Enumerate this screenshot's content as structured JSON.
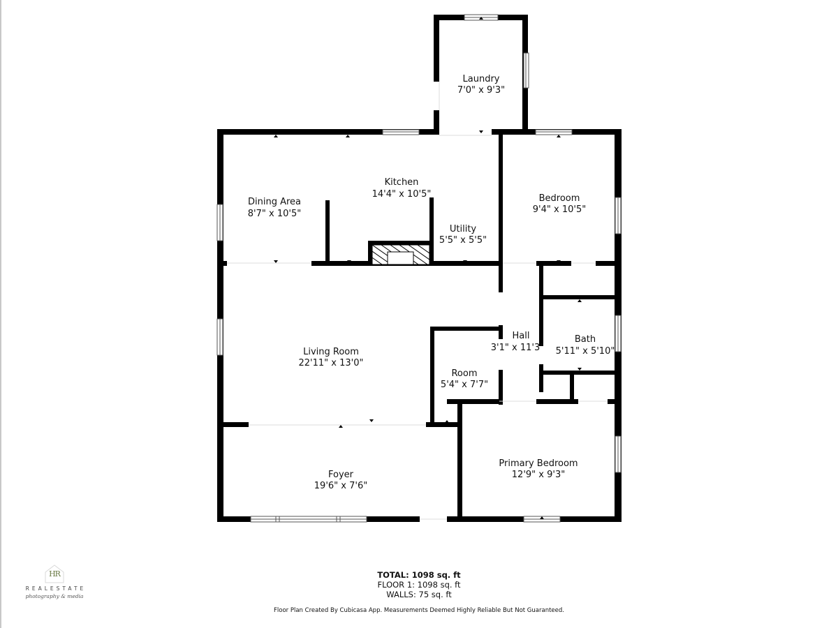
{
  "floor_plan": {
    "rooms": [
      {
        "id": "laundry",
        "name": "Laundry",
        "dims": "7'0\" x 9'3\""
      },
      {
        "id": "dining",
        "name": "Dining Area",
        "dims": "8'7\" x 10'5\""
      },
      {
        "id": "kitchen",
        "name": "Kitchen",
        "dims": "14'4\" x 10'5\""
      },
      {
        "id": "utility",
        "name": "Utility",
        "dims": "5'5\" x 5'5\""
      },
      {
        "id": "bedroom",
        "name": "Bedroom",
        "dims": "9'4\" x 10'5\""
      },
      {
        "id": "living",
        "name": "Living Room",
        "dims": "22'11\" x 13'0\""
      },
      {
        "id": "hall",
        "name": "Hall",
        "dims": "3'1\" x 11'3\""
      },
      {
        "id": "bath",
        "name": "Bath",
        "dims": "5'11\" x 5'10\""
      },
      {
        "id": "room",
        "name": "Room",
        "dims": "5'4\" x 7'7\""
      },
      {
        "id": "foyer",
        "name": "Foyer",
        "dims": "19'6\" x 7'6\""
      },
      {
        "id": "primary",
        "name": "Primary Bedroom",
        "dims": "12'9\" x 9'3\""
      }
    ],
    "wall_color": "#000000",
    "background": "#ffffff"
  },
  "summary": {
    "total": "TOTAL: 1098 sq. ft",
    "floor1": "FLOOR 1: 1098 sq. ft",
    "walls": "WALLS: 75 sq. ft"
  },
  "disclaimer": "Floor Plan Created By Cubicasa App. Measurements Deemed Highly Reliable But Not Guaranteed.",
  "logo": {
    "mark": "HR",
    "name": "REALESTATE",
    "tagline": "photography & media",
    "accent": "#6b7a45"
  }
}
